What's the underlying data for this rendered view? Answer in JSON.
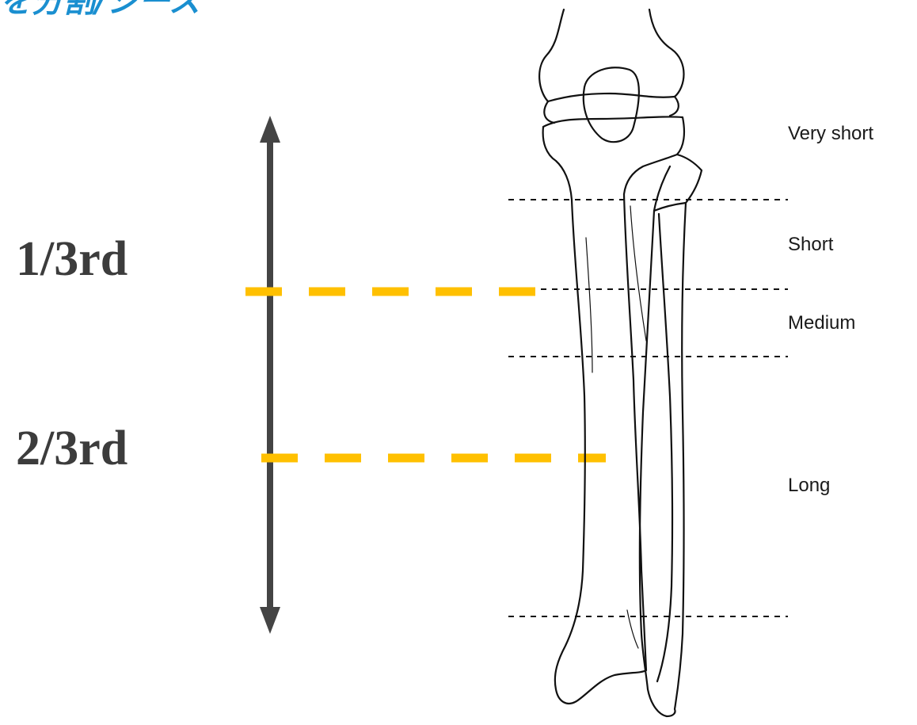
{
  "header": {
    "title_fragment": "を分割/シース",
    "accent_color": "#1a8fd0"
  },
  "fractions": {
    "upper": "1/3rd",
    "lower": "2/3rd",
    "text_color": "#3c3c3c"
  },
  "zones": {
    "very_short": "Very short",
    "short": "Short",
    "medium": "Medium",
    "long": "Long"
  },
  "colors": {
    "arrow": "#444444",
    "third_markers": "#ffc000",
    "bone_outline": "#111111"
  }
}
